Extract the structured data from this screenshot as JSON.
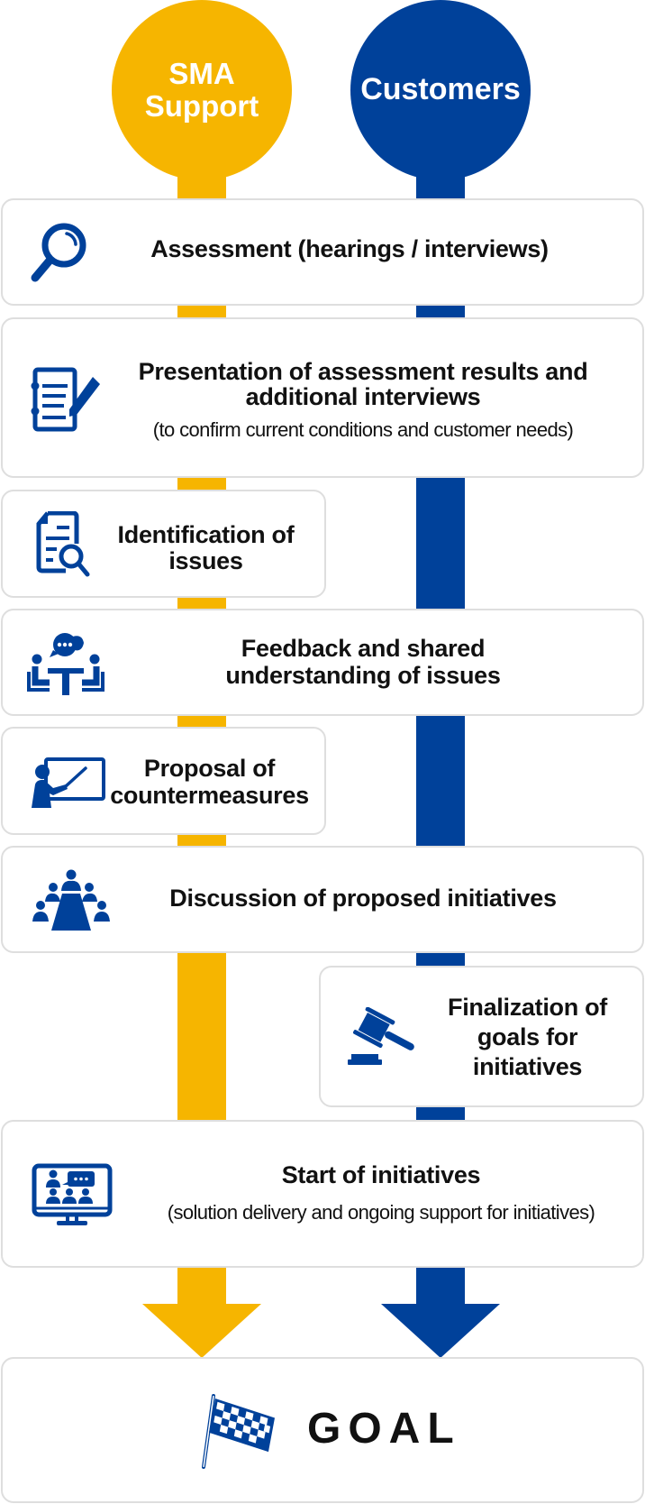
{
  "lanes": {
    "left": {
      "label_line1": "SMA",
      "label_line2": "Support",
      "color": "#f6b500"
    },
    "right": {
      "label": "Customers",
      "color": "#00419a"
    }
  },
  "steps": [
    {
      "id": "assessment",
      "icon": "magnifier-icon",
      "title": "Assessment (hearings / interviews)",
      "lanes": [
        "SMA Support",
        "Customers"
      ]
    },
    {
      "id": "presentation",
      "icon": "checklist-pen-icon",
      "title_line1": "Presentation of assessment results and",
      "title_line2": "additional interviews",
      "subtitle": "(to confirm current conditions and customer needs)",
      "lanes": [
        "SMA Support",
        "Customers"
      ]
    },
    {
      "id": "identification",
      "icon": "document-search-icon",
      "title_line1": "Identification of",
      "title_line2": "issues",
      "lanes": [
        "SMA Support"
      ]
    },
    {
      "id": "feedback",
      "icon": "meeting-chat-icon",
      "title_line1": "Feedback and shared",
      "title_line2": "understanding of issues",
      "lanes": [
        "SMA Support",
        "Customers"
      ]
    },
    {
      "id": "proposal",
      "icon": "presenter-board-icon",
      "title_line1": "Proposal of",
      "title_line2": "countermeasures",
      "lanes": [
        "SMA Support"
      ]
    },
    {
      "id": "discussion",
      "icon": "conference-table-icon",
      "title": "Discussion of proposed initiatives",
      "lanes": [
        "SMA Support",
        "Customers"
      ]
    },
    {
      "id": "finalization",
      "icon": "gavel-icon",
      "title_line1": "Finalization of",
      "title_line2": "goals for",
      "title_line3": "initiatives",
      "lanes": [
        "Customers"
      ]
    },
    {
      "id": "start",
      "icon": "monitor-meeting-icon",
      "title": "Start of initiatives",
      "subtitle": "(solution delivery and ongoing support for initiatives)",
      "lanes": [
        "SMA Support",
        "Customers"
      ]
    }
  ],
  "goal": {
    "icon": "checkered-flag-icon",
    "label": "GOAL"
  }
}
